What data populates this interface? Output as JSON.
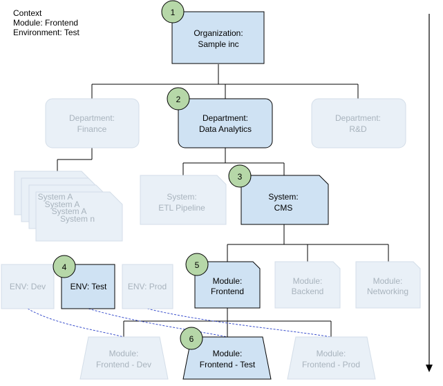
{
  "context": {
    "heading": "Context",
    "module_line": "Module: Frontend",
    "environment_line": "Environment: Test"
  },
  "organization": {
    "line1": "Organization:",
    "line2": "Sample inc"
  },
  "departments": {
    "finance": {
      "line1": "Department:",
      "line2": "Finance"
    },
    "data_analytics": {
      "line1": "Department:",
      "line2": "Data Analytics"
    },
    "rnd": {
      "line1": "Department:",
      "line2": "R&D"
    }
  },
  "system_stack": [
    "System A",
    "System A",
    "System A",
    "System n"
  ],
  "systems": {
    "etl": {
      "line1": "System:",
      "line2": "ETL Pipeline"
    },
    "cms": {
      "line1": "System:",
      "line2": "CMS"
    }
  },
  "environments": {
    "dev": "ENV: Dev",
    "test": "ENV: Test",
    "prod": "ENV: Prod"
  },
  "modules": {
    "frontend": {
      "line1": "Module:",
      "line2": "Frontend"
    },
    "backend": {
      "line1": "Module:",
      "line2": "Backend"
    },
    "networking": {
      "line1": "Module:",
      "line2": "Networking"
    }
  },
  "module_envs": {
    "dev": {
      "line1": "Module:",
      "line2": "Frontend - Dev"
    },
    "test": {
      "line1": "Module:",
      "line2": "Frontend - Test"
    },
    "prod": {
      "line1": "Module:",
      "line2": "Frontend - Prod"
    }
  },
  "steps": [
    "1",
    "2",
    "3",
    "4",
    "5",
    "6"
  ],
  "colors": {
    "active_fill": "#cfe2f3",
    "active_stroke": "#000000",
    "inactive_fill": "#e9f0f7",
    "inactive_stroke": "#d3dde8",
    "inactive_text": "#a8b3bd",
    "badge_fill": "#b6d7a8",
    "dash": "#3a4fcc"
  }
}
